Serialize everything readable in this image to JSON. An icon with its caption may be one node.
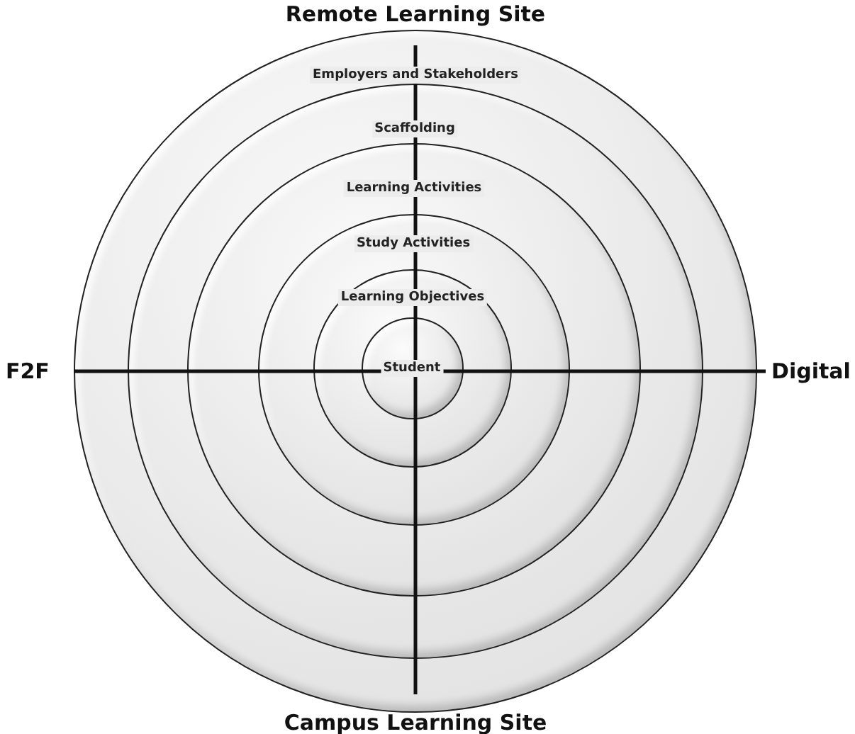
{
  "diagram": {
    "nodes": [
      {
        "text": [
          "Employers and Stakeholders"
        ]
      },
      {
        "text": [
          "Scaffolding"
        ],
        "in": 0
      },
      {
        "text": [
          "Learning Activities"
        ],
        "in": 1
      },
      {
        "text": [
          "Study Activities"
        ],
        "in": 2
      },
      {
        "text": [
          "Learning Objectives"
        ],
        "in": 3
      },
      {
        "text": [
          "Student"
        ],
        "in": 4
      }
    ],
    "labels": [
      "Remote Learning Site",
      "F2F",
      "Digital",
      "Campus Learning Site"
    ]
  }
}
